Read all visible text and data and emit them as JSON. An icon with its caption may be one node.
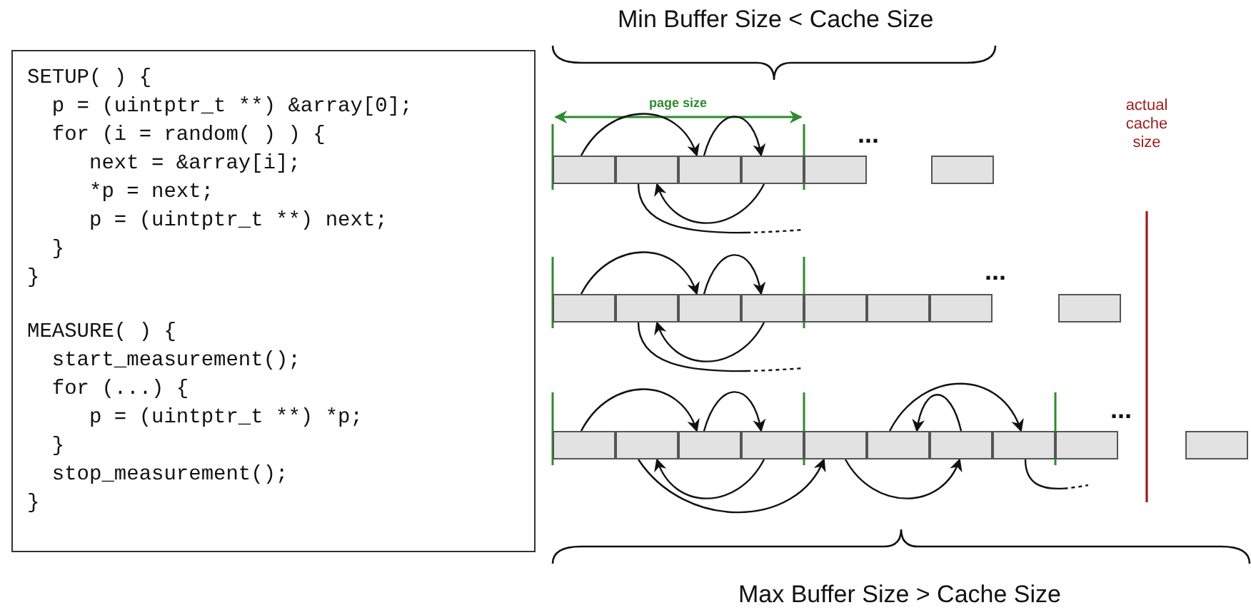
{
  "diagram": {
    "nodes": [
      {
        "text": [
          "SETUP( ) {",
          "  p = (uintptr_t **) &array[0];",
          "  for (i = random( ) ) {",
          "     next = &array[i];",
          "     *p = next;",
          "     p = (uintptr_t **) next;",
          "  }",
          "}",
          "MEASURE( ) {",
          "  start_measurement();",
          "  for (...) {",
          "     p = (uintptr_t **) *p;",
          "  }",
          "  stop_measurement();",
          "}"
        ]
      },
      {
        "text": [],
        "shape": "box"
      },
      {
        "text": [],
        "shape": "box"
      },
      {
        "text": [],
        "shape": "box"
      },
      {
        "text": [],
        "shape": "box"
      },
      {
        "text": [],
        "shape": "box"
      },
      {
        "text": [],
        "shape": "box"
      },
      {
        "text": [],
        "shape": "box"
      },
      {
        "text": [],
        "shape": "box"
      },
      {
        "text": [],
        "shape": "box"
      },
      {
        "text": [],
        "shape": "box"
      },
      {
        "text": [],
        "shape": "box"
      },
      {
        "text": [],
        "shape": "box"
      },
      {
        "text": [],
        "shape": "box"
      },
      {
        "text": [],
        "shape": "box"
      },
      {
        "text": [],
        "shape": "box"
      },
      {
        "text": [],
        "shape": "box"
      },
      {
        "text": [],
        "shape": "box"
      },
      {
        "text": [],
        "shape": "box"
      },
      {
        "text": [],
        "shape": "box"
      },
      {
        "text": [],
        "shape": "box"
      },
      {
        "text": [],
        "shape": "box"
      },
      {
        "text": [],
        "shape": "box"
      },
      {
        "text": [],
        "shape": "box"
      },
      {
        "text": [],
        "shape": "box"
      }
    ],
    "edges": [
      {
        "from": 1,
        "to": 3,
        "arrow": "to"
      },
      {
        "from": 3,
        "to": 4,
        "arrow": "to"
      },
      {
        "from": 4,
        "to": 2,
        "arrow": "to"
      },
      {
        "from": 2,
        "to": null,
        "arrow": "none",
        "style": "dashed"
      },
      {
        "from": 7,
        "to": 9,
        "arrow": "to"
      },
      {
        "from": 9,
        "to": 10,
        "arrow": "to"
      },
      {
        "from": 10,
        "to": 8,
        "arrow": "to"
      },
      {
        "from": 8,
        "to": null,
        "arrow": "none",
        "style": "dashed"
      },
      {
        "from": 15,
        "to": 17,
        "arrow": "to"
      },
      {
        "from": 17,
        "to": 18,
        "arrow": "to"
      },
      {
        "from": 18,
        "to": 16,
        "arrow": "to"
      },
      {
        "from": 16,
        "to": 19,
        "arrow": "to"
      },
      {
        "from": 19,
        "to": 21,
        "arrow": "to"
      },
      {
        "from": 21,
        "to": 20,
        "arrow": "to"
      },
      {
        "from": 20,
        "to": 22,
        "arrow": "to"
      },
      {
        "from": 22,
        "to": null,
        "arrow": "none",
        "style": "dashed"
      }
    ],
    "labels": [
      "Min Buffer Size < Cache Size",
      "page size",
      "actual cache size",
      "...",
      "...",
      "...",
      "Max Buffer Size > Cache Size"
    ]
  }
}
